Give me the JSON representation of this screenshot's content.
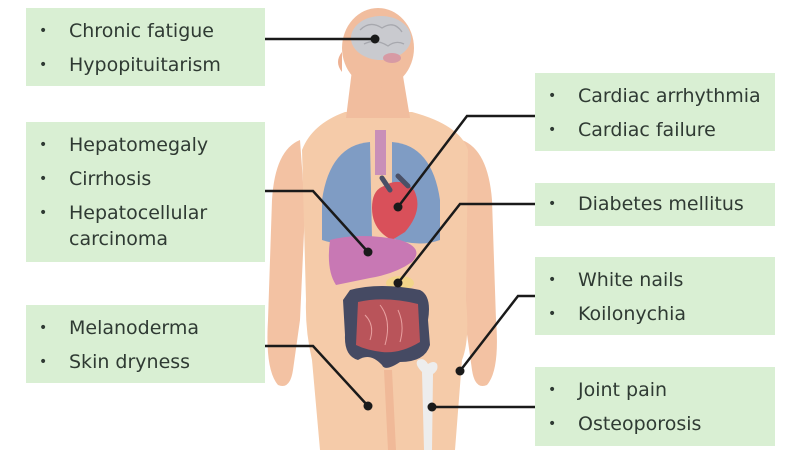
{
  "diagram": {
    "subject": "human-body-organs",
    "colors": {
      "box_background": "#d9efd3",
      "text": "#2f3a33",
      "skin": "#f5c9a6",
      "skin_dark": "#eeb18e",
      "lungs": "#7f9cc4",
      "heart": "#d9505a",
      "liver": "#c878b4",
      "colon": "#454a63",
      "intestine": "#b9545a",
      "brain": "#c9cacf",
      "bone": "#ececec",
      "connector": "#1a1a1a"
    },
    "boxes": [
      {
        "id": "brain",
        "items": [
          "Chronic fatigue",
          "Hypopituitarism"
        ]
      },
      {
        "id": "liver",
        "items": [
          "Hepatomegaly",
          "Cirrhosis",
          "Hepatocellular carcinoma"
        ]
      },
      {
        "id": "skin",
        "items": [
          "Melanoderma",
          "Skin dryness"
        ]
      },
      {
        "id": "heart",
        "items": [
          "Cardiac arrhythmia",
          "Cardiac failure"
        ]
      },
      {
        "id": "pancreas",
        "items": [
          "Diabetes mellitus"
        ]
      },
      {
        "id": "nails",
        "items": [
          "White nails",
          "Koilonychia"
        ]
      },
      {
        "id": "bones",
        "items": [
          "Joint pain",
          "Osteoporosis"
        ]
      }
    ],
    "bullet_glyph": "•"
  }
}
